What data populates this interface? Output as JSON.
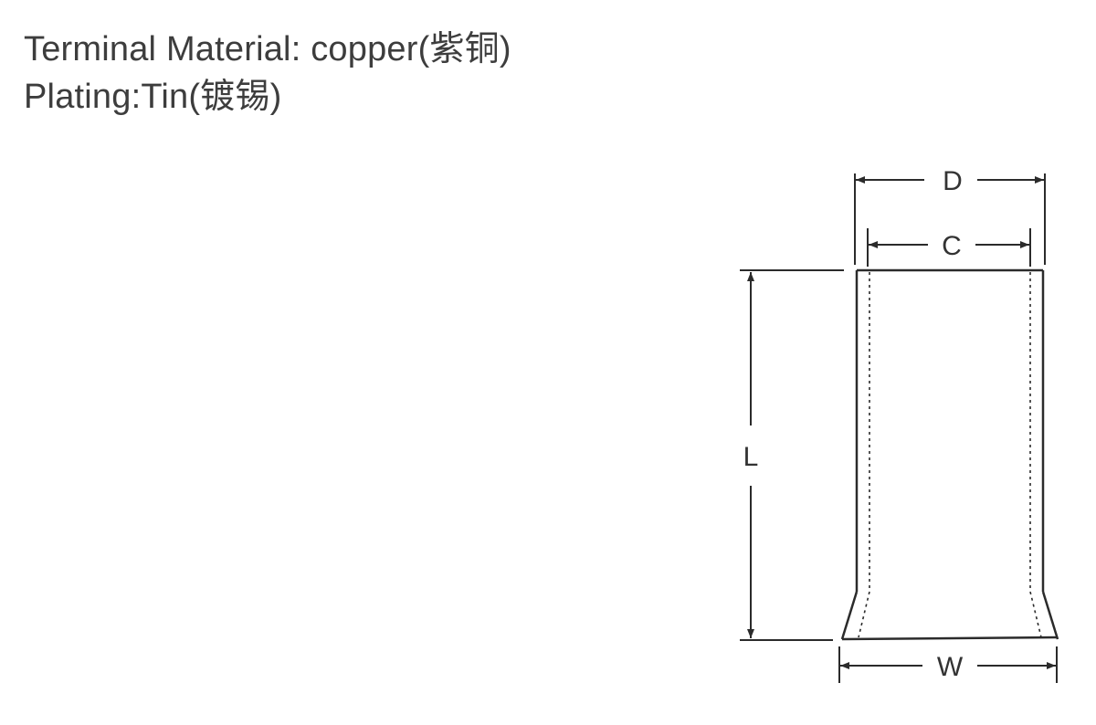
{
  "specs": {
    "material": "Terminal Material: copper(紫铜)",
    "plating": "Plating:Tin(镀锡)"
  },
  "dimensions": {
    "D": "D",
    "C": "C",
    "L": "L",
    "W": "W"
  },
  "colors": {
    "line": "#2b2b2b",
    "text": "#3d3d3d"
  }
}
